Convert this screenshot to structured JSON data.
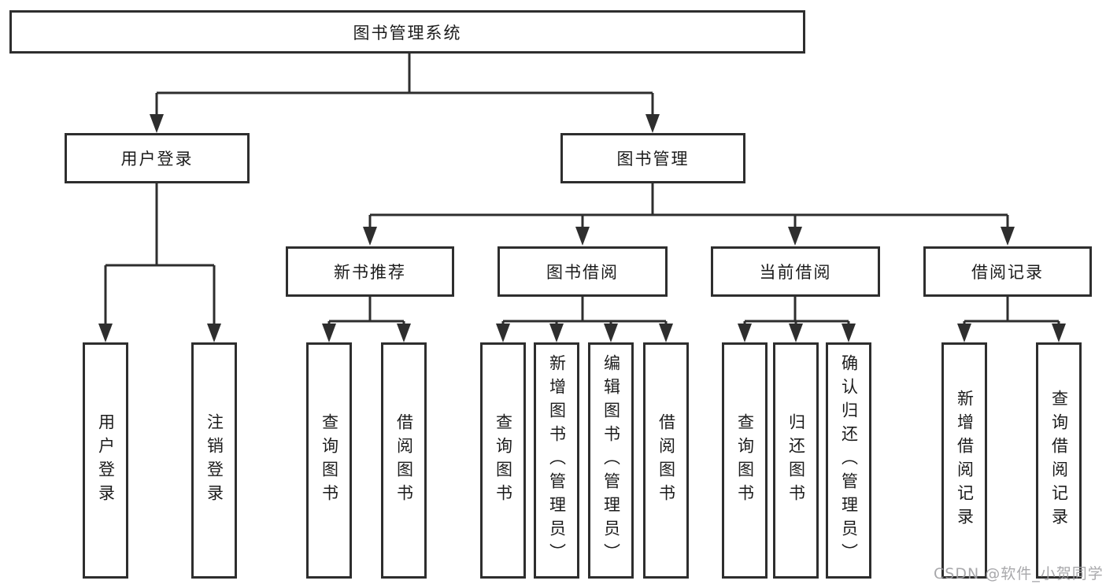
{
  "diagram": {
    "root": {
      "label": "图书管理系统"
    },
    "level2": [
      {
        "label": "用户登录"
      },
      {
        "label": "图书管理"
      }
    ],
    "level3": [
      {
        "label": "新书推荐"
      },
      {
        "label": "图书借阅"
      },
      {
        "label": "当前借阅"
      },
      {
        "label": "借阅记录"
      }
    ],
    "leaves": [
      {
        "label": "用户登录"
      },
      {
        "label": "注销登录"
      },
      {
        "label": "查询图书"
      },
      {
        "label": "借阅图书"
      },
      {
        "label": "查询图书"
      },
      {
        "label": "新增图书（管理员）"
      },
      {
        "label": "编辑图书（管理员）"
      },
      {
        "label": "借阅图书"
      },
      {
        "label": "查询图书"
      },
      {
        "label": "归还图书"
      },
      {
        "label": "确认归还（管理员）"
      },
      {
        "label": "新增借阅记录"
      },
      {
        "label": "查询借阅记录"
      }
    ],
    "watermark": "CSDN @软件_小贺同学",
    "colors": {
      "line": "#2e2e2e",
      "box_border": "#2e2e2e",
      "text": "#1c1c1c",
      "watermark": "#9e9ea2",
      "background": "#ffffff"
    }
  }
}
